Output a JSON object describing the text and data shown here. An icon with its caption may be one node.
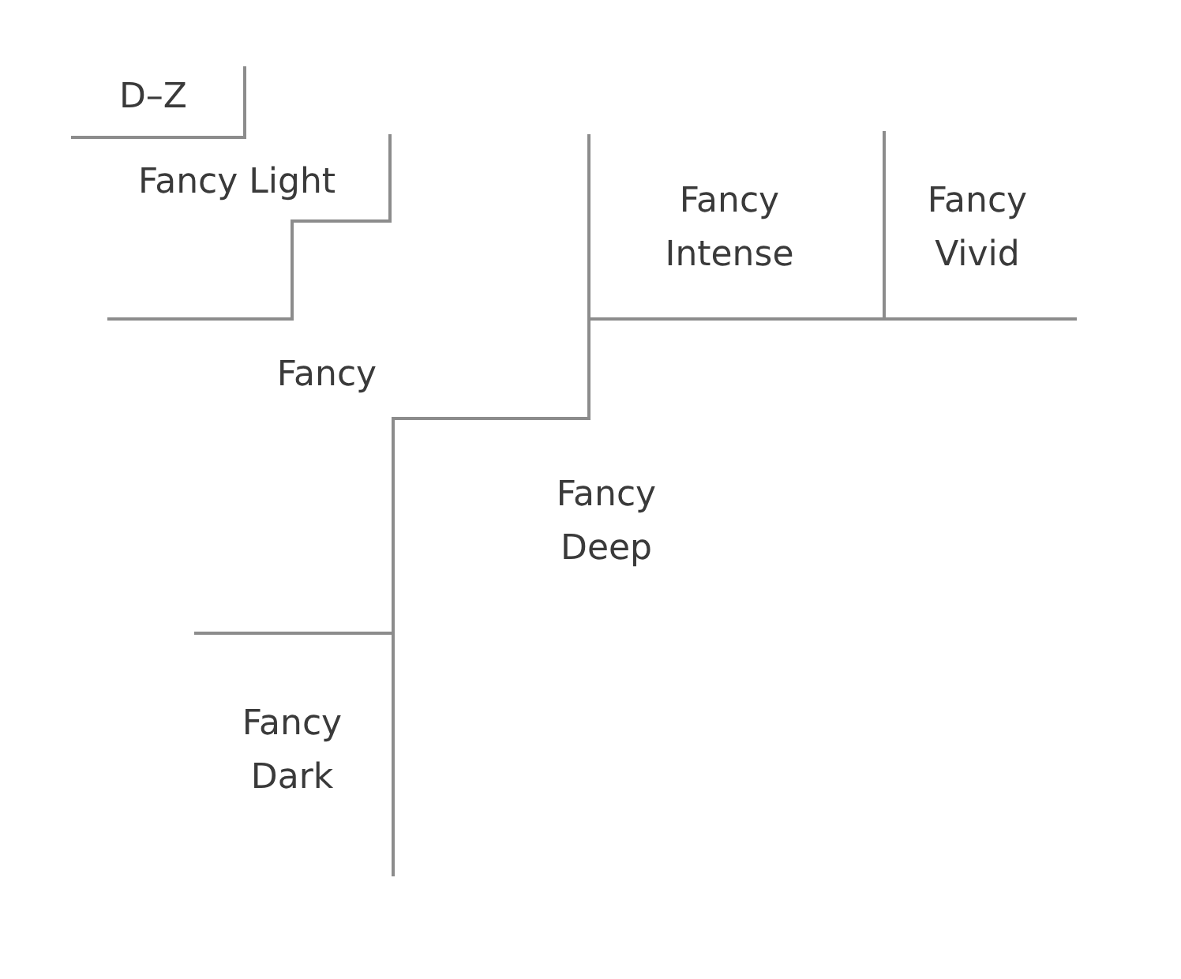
{
  "diagram": {
    "labels": [
      "D–Z",
      "Fancy Light",
      "Fancy Intense",
      "Fancy Vivid",
      "Fancy",
      "Fancy Deep",
      "Fancy Dark"
    ]
  }
}
